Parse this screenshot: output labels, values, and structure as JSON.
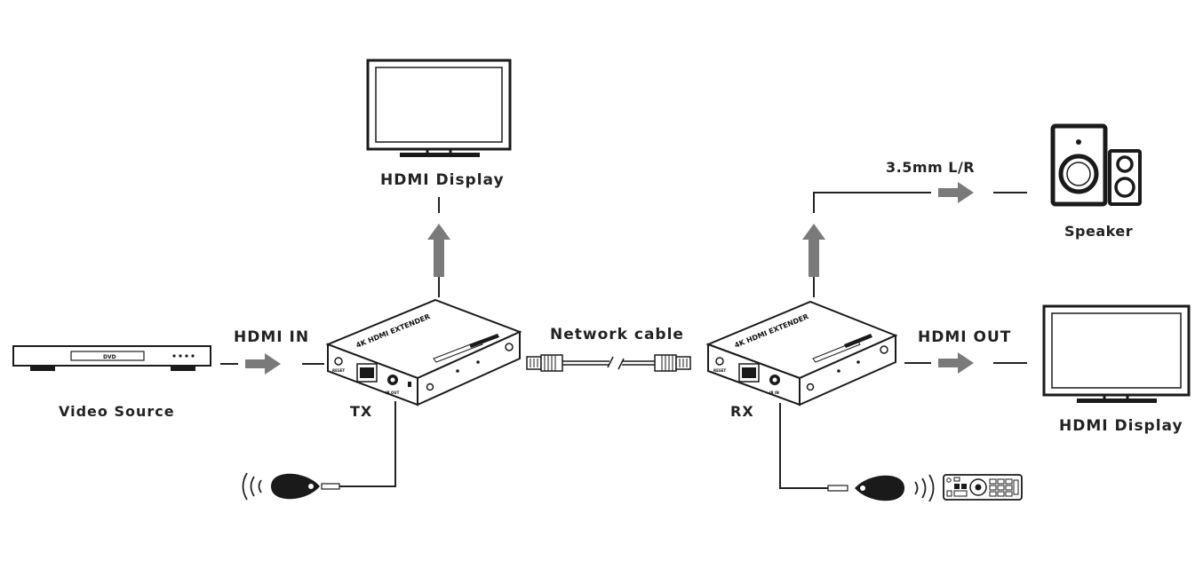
{
  "labels": {
    "hdmi_display_top": "HDMI Display",
    "hdmi_in": "HDMI IN",
    "video_source": "Video Source",
    "tx": "TX",
    "network_cable": "Network cable",
    "rx": "RX",
    "audio_out": "3.5mm L/R",
    "speaker": "Speaker",
    "hdmi_out": "HDMI OUT",
    "hdmi_display_right": "HDMI Display"
  },
  "devices": {
    "dvd_label": "DVD",
    "extender_name": "4K HDMI EXTENDER",
    "tx_port_reset": "RESET",
    "tx_port_irout": "IR OUT",
    "rx_port_reset": "RESET",
    "rx_port_irin": "IR IN"
  },
  "colors": {
    "arrow": "#7a7a7a",
    "line": "#222222",
    "device_outline": "#1a1a1a",
    "ir_eye": "#1a1a1a"
  }
}
